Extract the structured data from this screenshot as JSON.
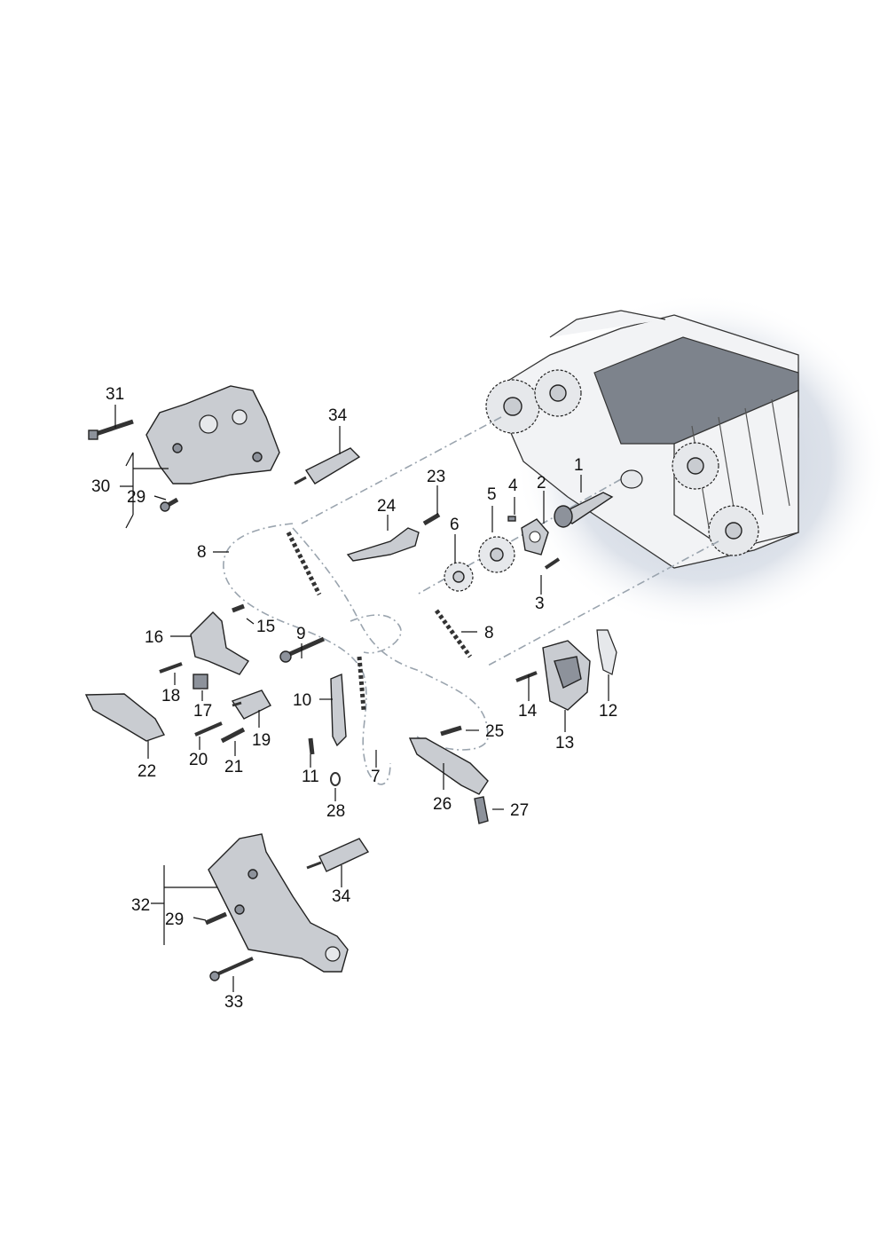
{
  "callouts": [
    {
      "id": "c1",
      "text": "1"
    },
    {
      "id": "c2",
      "text": "2"
    },
    {
      "id": "c3",
      "text": "3"
    },
    {
      "id": "c4",
      "text": "4"
    },
    {
      "id": "c5",
      "text": "5"
    },
    {
      "id": "c6",
      "text": "6"
    },
    {
      "id": "c7",
      "text": "7"
    },
    {
      "id": "c8a",
      "text": "8"
    },
    {
      "id": "c8b",
      "text": "8"
    },
    {
      "id": "c9",
      "text": "9"
    },
    {
      "id": "c10",
      "text": "10"
    },
    {
      "id": "c11",
      "text": "11"
    },
    {
      "id": "c12",
      "text": "12"
    },
    {
      "id": "c13",
      "text": "13"
    },
    {
      "id": "c14",
      "text": "14"
    },
    {
      "id": "c15",
      "text": "15"
    },
    {
      "id": "c16",
      "text": "16"
    },
    {
      "id": "c17",
      "text": "17"
    },
    {
      "id": "c18",
      "text": "18"
    },
    {
      "id": "c19",
      "text": "19"
    },
    {
      "id": "c20",
      "text": "20"
    },
    {
      "id": "c21",
      "text": "21"
    },
    {
      "id": "c22",
      "text": "22"
    },
    {
      "id": "c23",
      "text": "23"
    },
    {
      "id": "c24",
      "text": "24"
    },
    {
      "id": "c25",
      "text": "25"
    },
    {
      "id": "c26",
      "text": "26"
    },
    {
      "id": "c27",
      "text": "27"
    },
    {
      "id": "c28",
      "text": "28"
    },
    {
      "id": "c29a",
      "text": "29"
    },
    {
      "id": "c29b",
      "text": "29"
    },
    {
      "id": "c30",
      "text": "30"
    },
    {
      "id": "c31",
      "text": "31"
    },
    {
      "id": "c32",
      "text": "32"
    },
    {
      "id": "c33",
      "text": "33"
    },
    {
      "id": "c34a",
      "text": "34"
    },
    {
      "id": "c34b",
      "text": "34"
    }
  ]
}
